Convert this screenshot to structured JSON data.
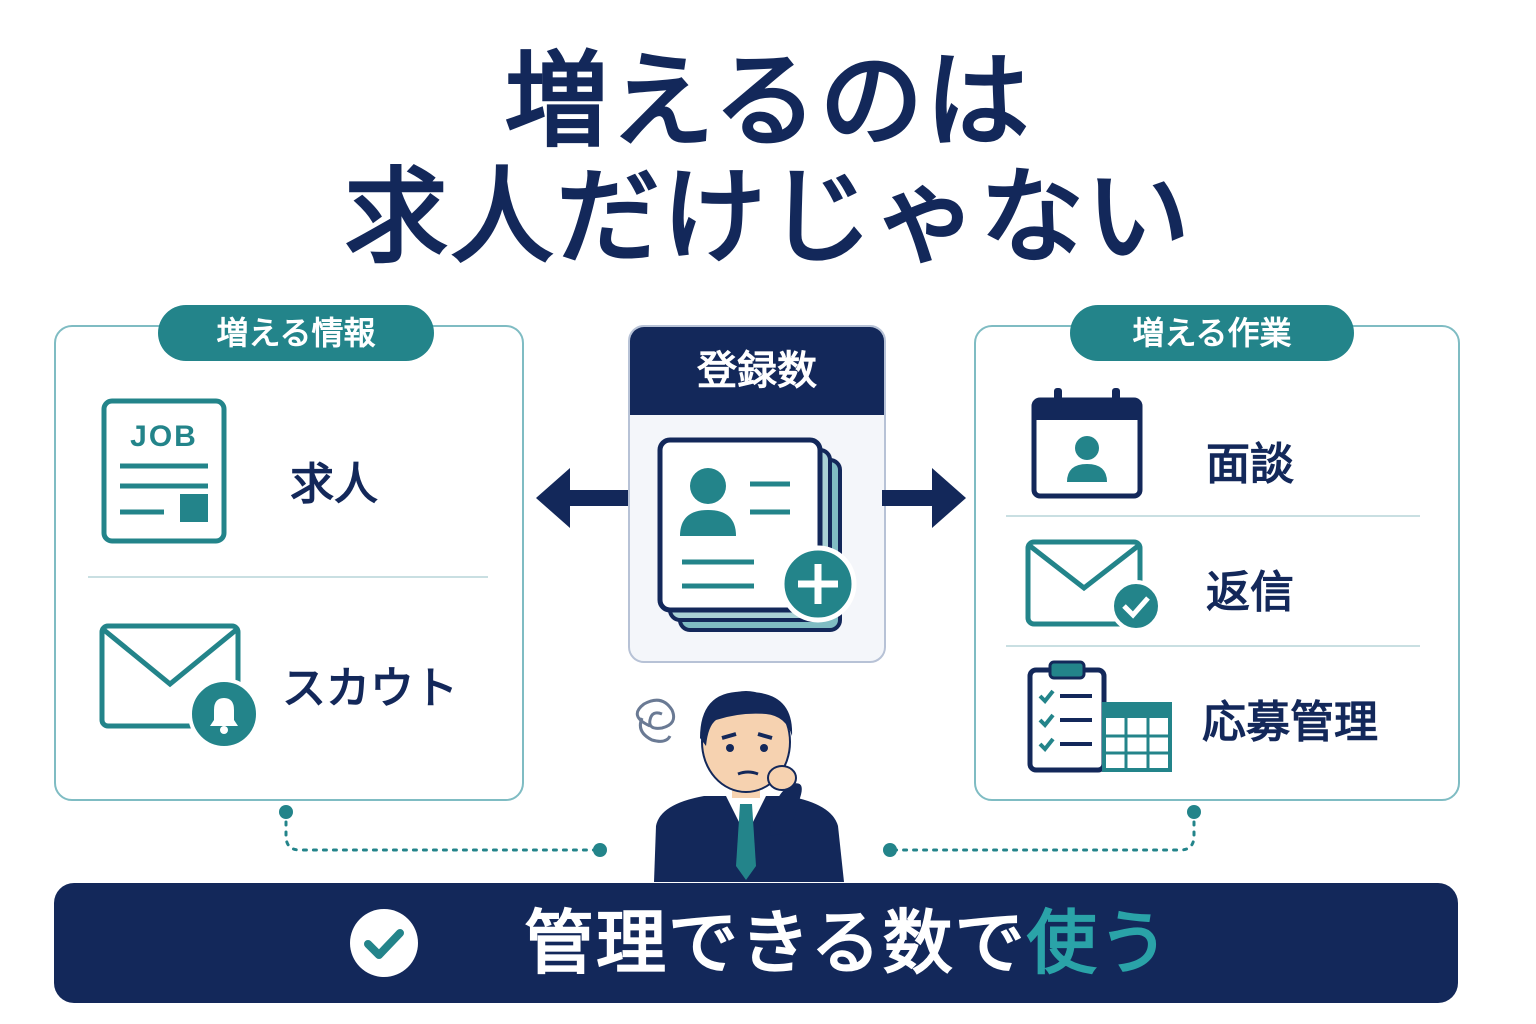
{
  "title": {
    "line1": "増えるのは",
    "line2": "求人だけじゃない"
  },
  "left_panel": {
    "label": "増える情報",
    "items": [
      {
        "label": "求人",
        "icon": "job-document-icon",
        "icon_text": "JOB"
      },
      {
        "label": "スカウト",
        "icon": "mail-bell-icon"
      }
    ]
  },
  "center_card": {
    "label": "登録数",
    "icon": "profile-stack-plus-icon"
  },
  "right_panel": {
    "label": "増える作業",
    "items": [
      {
        "label": "面談",
        "icon": "calendar-person-icon"
      },
      {
        "label": "返信",
        "icon": "mail-check-icon"
      },
      {
        "label": "応募管理",
        "icon": "clipboard-table-icon"
      }
    ]
  },
  "banner": {
    "text_main": "管理できる数で",
    "text_highlight": "使う",
    "icon": "check-circle-icon"
  },
  "colors": {
    "navy": "#13285a",
    "teal": "#23848a",
    "teal_light": "#7fbcc3",
    "background": "#ffffff"
  }
}
